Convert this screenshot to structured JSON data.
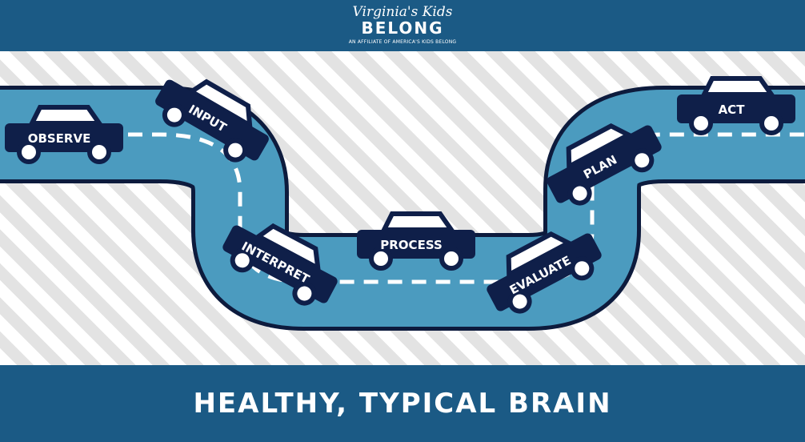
{
  "header": {
    "logo_script": "Virginia's Kids",
    "logo_word": "BELONG",
    "logo_subtitle": "AN AFFILIATE OF AMERICA'S KIDS BELONG"
  },
  "cars": [
    {
      "label": "OBSERVE"
    },
    {
      "label": "INPUT"
    },
    {
      "label": "INTERPRET"
    },
    {
      "label": "PROCESS"
    },
    {
      "label": "EVALUATE"
    },
    {
      "label": "PLAN"
    },
    {
      "label": "ACT"
    }
  ],
  "footer": {
    "title": "HEALTHY, TYPICAL BRAIN"
  },
  "colors": {
    "header_bg": "#1b5a85",
    "road": "#4b9bbf",
    "road_edge": "#0d1b3d",
    "car_body": "#0f1f49",
    "lane": "#ffffff"
  }
}
